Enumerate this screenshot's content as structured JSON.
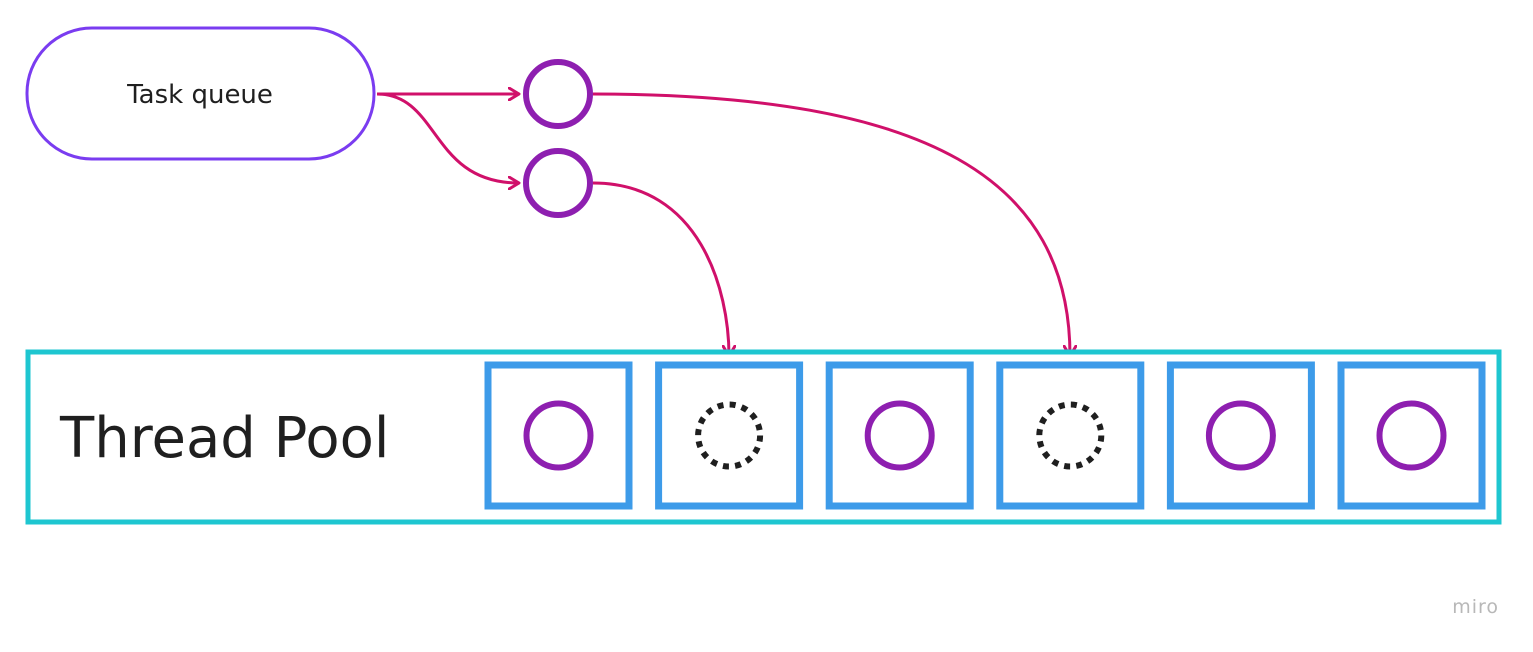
{
  "task_queue": {
    "label": "Task queue"
  },
  "thread_pool": {
    "label": "Thread Pool",
    "slots": [
      {
        "state": "idle"
      },
      {
        "state": "busy"
      },
      {
        "state": "idle"
      },
      {
        "state": "busy"
      },
      {
        "state": "idle"
      },
      {
        "state": "idle"
      }
    ]
  },
  "queued_tasks": [
    {
      "assigned_slot": 4
    },
    {
      "assigned_slot": 2
    }
  ],
  "colors": {
    "queue_border": "#7a3cf0",
    "pool_border": "#1ec6d0",
    "slot_border": "#3d9be9",
    "task_circle": "#8e1fb0",
    "arrow": "#d0106a",
    "busy_circle": "#1f1f1f"
  },
  "watermark": "miro"
}
